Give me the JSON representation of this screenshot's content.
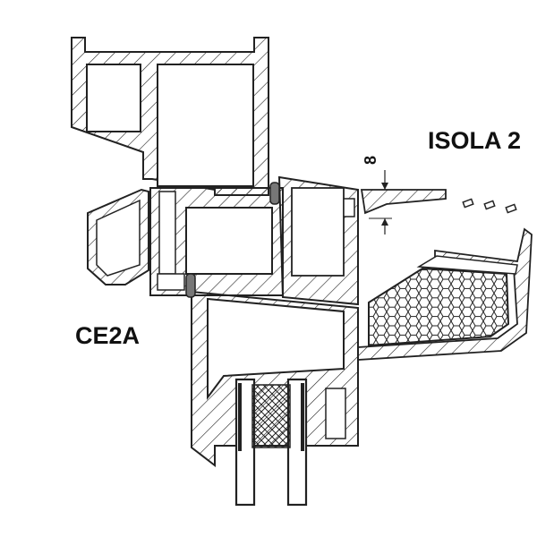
{
  "labels": {
    "profile_right": "ISOLA 2",
    "profile_left": "CE2A",
    "dimension_value": "8"
  },
  "colors": {
    "line": "#222222",
    "gasket": "#777777",
    "background": "#ffffff"
  }
}
